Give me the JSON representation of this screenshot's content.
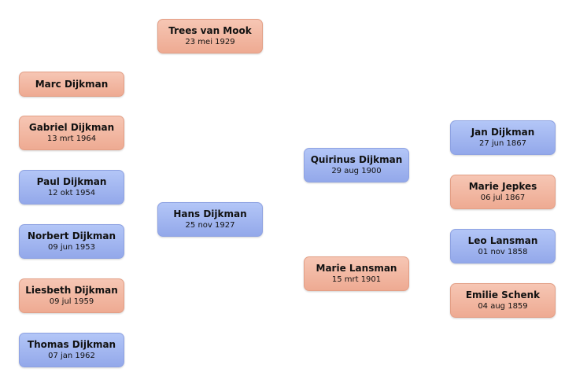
{
  "mother": {
    "name": "Trees van Mook",
    "date": "23 mei 1929",
    "color": "#f2b5a0"
  },
  "father": {
    "name": "Hans Dijkman",
    "date": "25 nov 1927",
    "color": "#a5b8f2"
  },
  "children": [
    {
      "name": "Marc Dijkman",
      "date": ""
    },
    {
      "name": "Gabriel Dijkman",
      "date": "13 mrt 1964"
    },
    {
      "name": "Paul Dijkman",
      "date": "12 okt 1954"
    },
    {
      "name": "Norbert Dijkman",
      "date": "09 jun 1953"
    },
    {
      "name": "Liesbeth Dijkman",
      "date": "09 jul 1959"
    },
    {
      "name": "Thomas Dijkman",
      "date": "07 jan 1962"
    }
  ],
  "parents": [
    {
      "name": "Quirinus Dijkman",
      "date": "29 aug 1900"
    },
    {
      "name": "Marie Lansman",
      "date": "15 mrt 1901"
    }
  ],
  "grandparents": [
    {
      "name": "Jan Dijkman",
      "date": "27 jun 1867"
    },
    {
      "name": "Marie Jepkes",
      "date": "06 jul 1867"
    },
    {
      "name": "Leo Lansman",
      "date": "01 nov 1858"
    },
    {
      "name": "Emilie Schenk",
      "date": "04 aug 1859"
    }
  ]
}
